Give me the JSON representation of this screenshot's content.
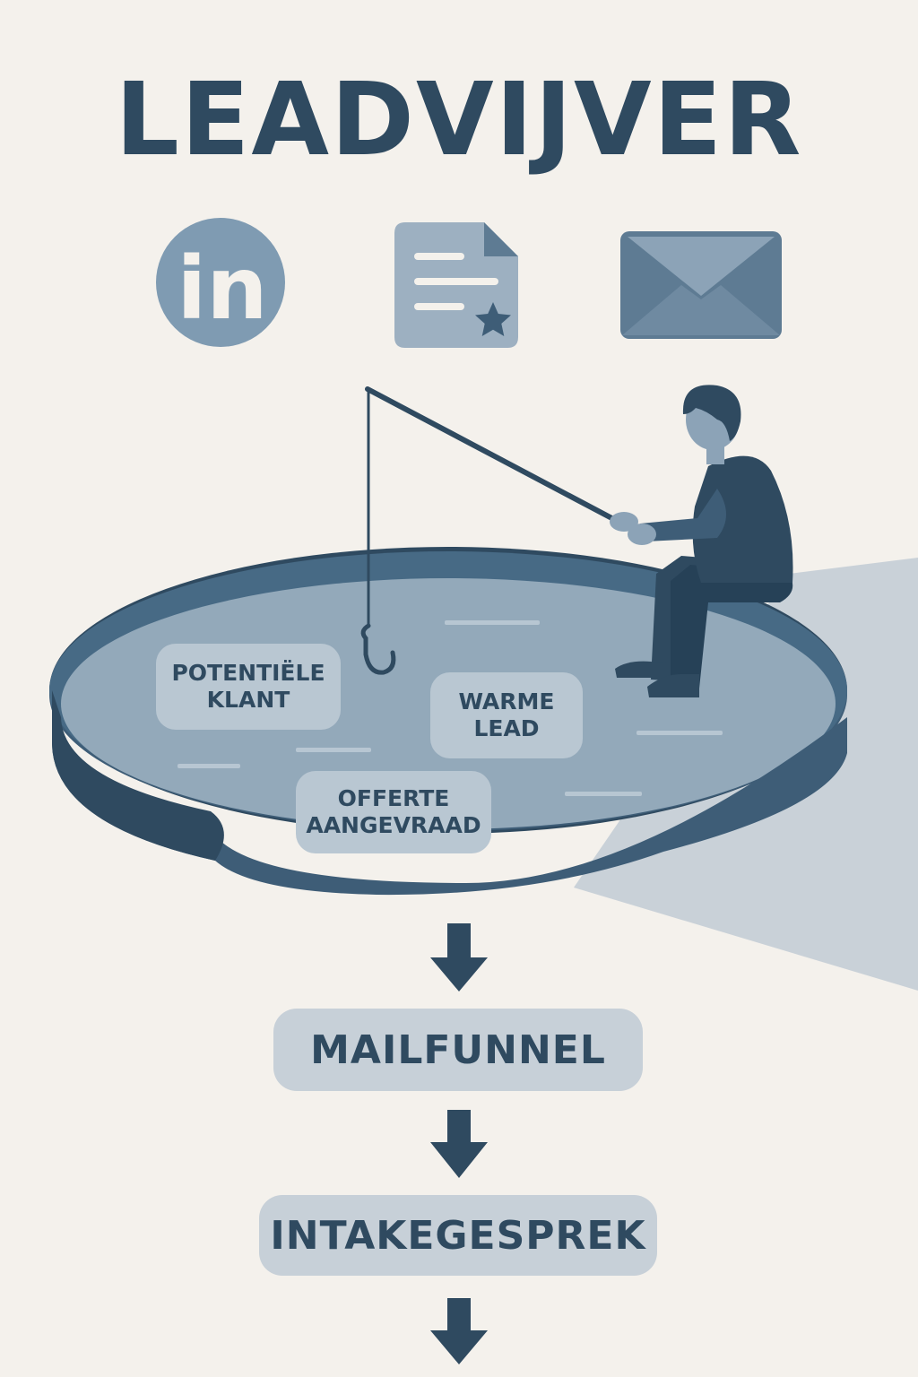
{
  "title": "LEADVIJVER",
  "sources": [
    {
      "icon": "linkedin-icon",
      "glyph": "in"
    },
    {
      "icon": "document-star-icon"
    },
    {
      "icon": "envelope-icon"
    }
  ],
  "pond_labels": [
    {
      "line1": "POTENTIËLE",
      "line2": "KLANT"
    },
    {
      "line1": "WARME",
      "line2": "LEAD"
    },
    {
      "line1": "OFFERTE",
      "line2": "AANGEVRAAD"
    }
  ],
  "flow": {
    "steps": [
      "MAILFUNNEL",
      "INTAKEGESPREK"
    ]
  },
  "colors": {
    "background": "#f4f1ec",
    "dark": "#2f4a60",
    "pond_surface": "#93a9ba",
    "pond_rim": "#3e5d77",
    "label_bg": "#b9c7d2",
    "step_bg": "#c7d0d8"
  }
}
